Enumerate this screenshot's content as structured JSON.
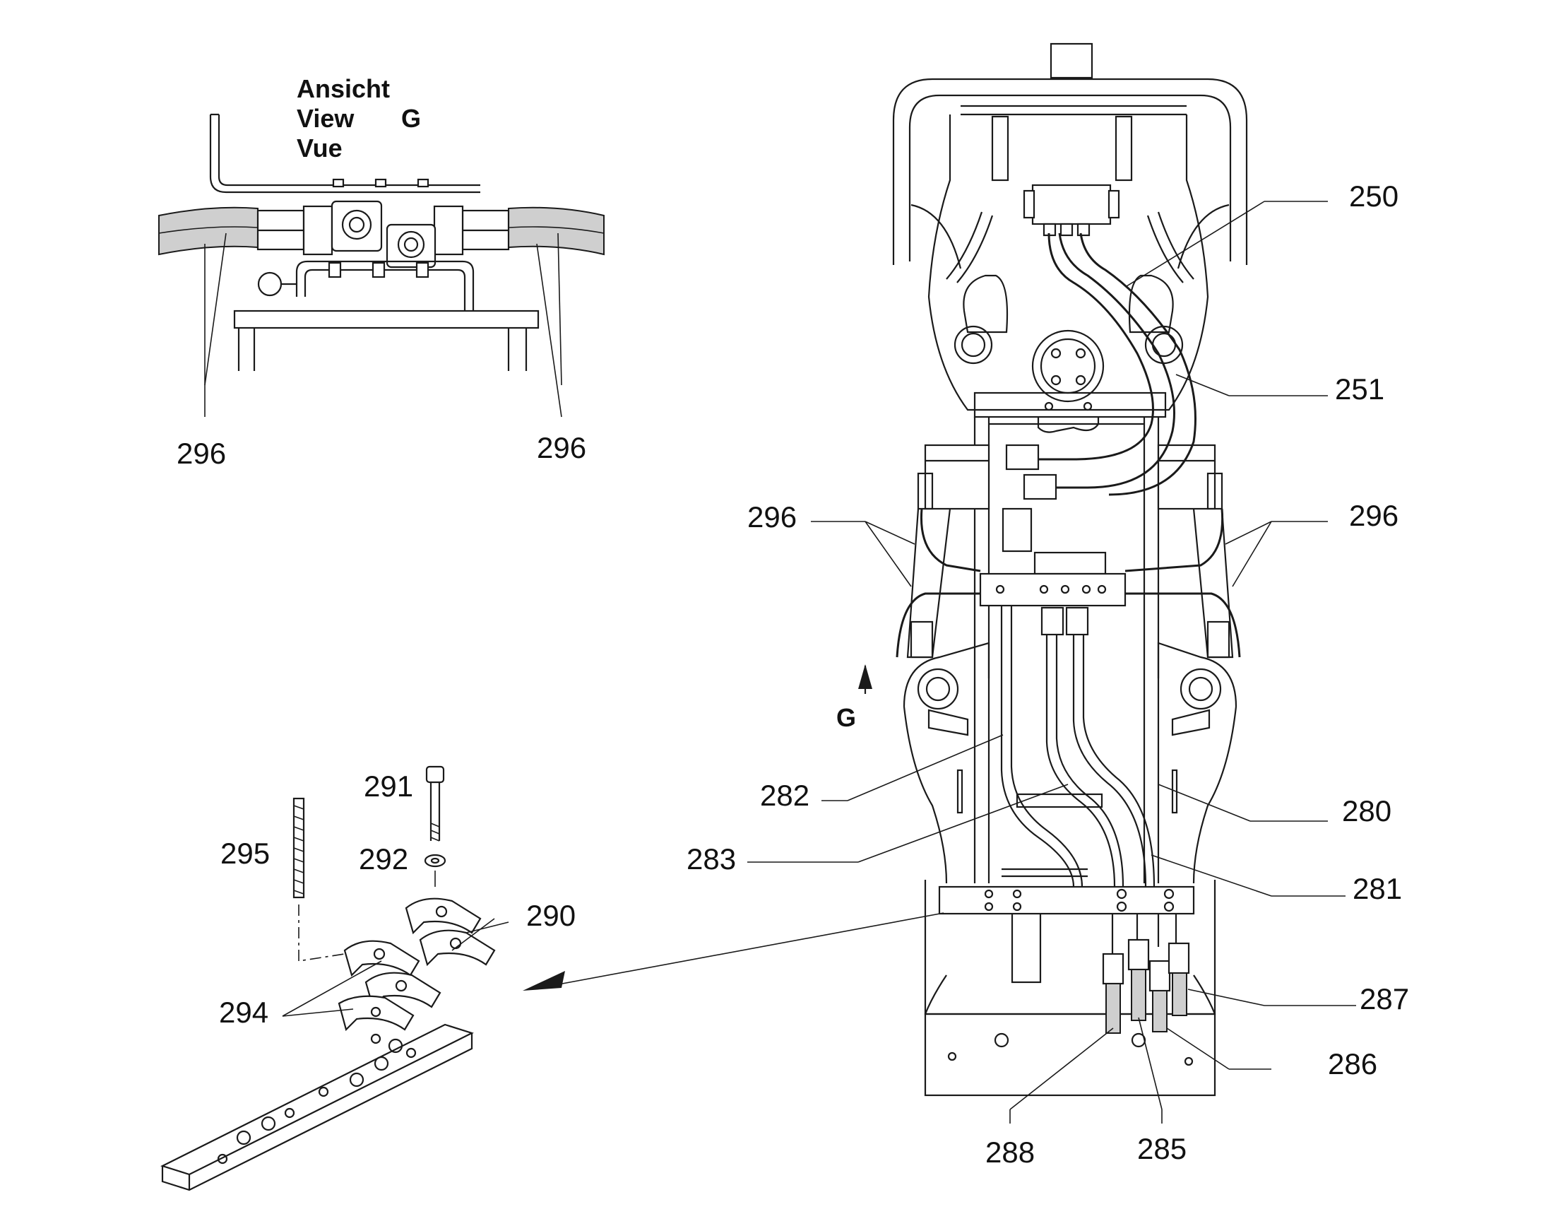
{
  "view_label": {
    "line1": "Ansicht",
    "line2": "View",
    "line3": "Vue",
    "letter": "G"
  },
  "direction_marker": "G",
  "part_numbers": {
    "p250": "250",
    "p251": "251",
    "p280": "280",
    "p281": "281",
    "p282": "282",
    "p283": "283",
    "p285": "285",
    "p286": "286",
    "p287": "287",
    "p288": "288",
    "p290": "290",
    "p291": "291",
    "p292": "292",
    "p294": "294",
    "p295": "295",
    "p296_view_left": "296",
    "p296_view_right": "296",
    "p296_main_left": "296",
    "p296_main_right": "296"
  }
}
